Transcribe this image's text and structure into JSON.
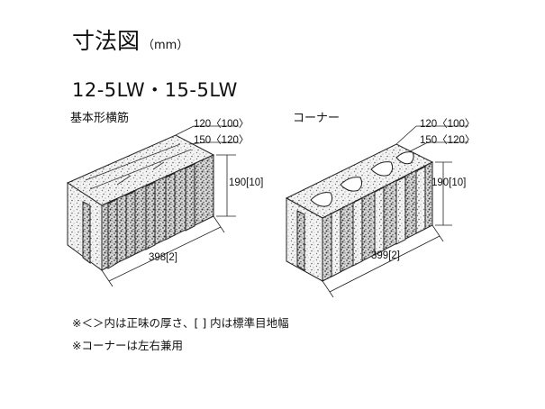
{
  "title": {
    "main": "寸法図",
    "unit": "（mm）"
  },
  "model": "12-5LW・15-5LW",
  "basic": {
    "label": "基本形横筋",
    "dims": {
      "depth1": "120〈100〉",
      "depth2": "150〈120〉",
      "height": "190[10]",
      "length": "398[2]"
    }
  },
  "corner": {
    "label": "コーナー",
    "dims": {
      "depth1": "120〈100〉",
      "depth2": "150〈120〉",
      "height": "190[10]",
      "length": "399[2]"
    }
  },
  "notes": [
    "※＜＞内は正味の厚さ、[ ] 内は標準目地幅",
    "※コーナーは左右兼用"
  ]
}
